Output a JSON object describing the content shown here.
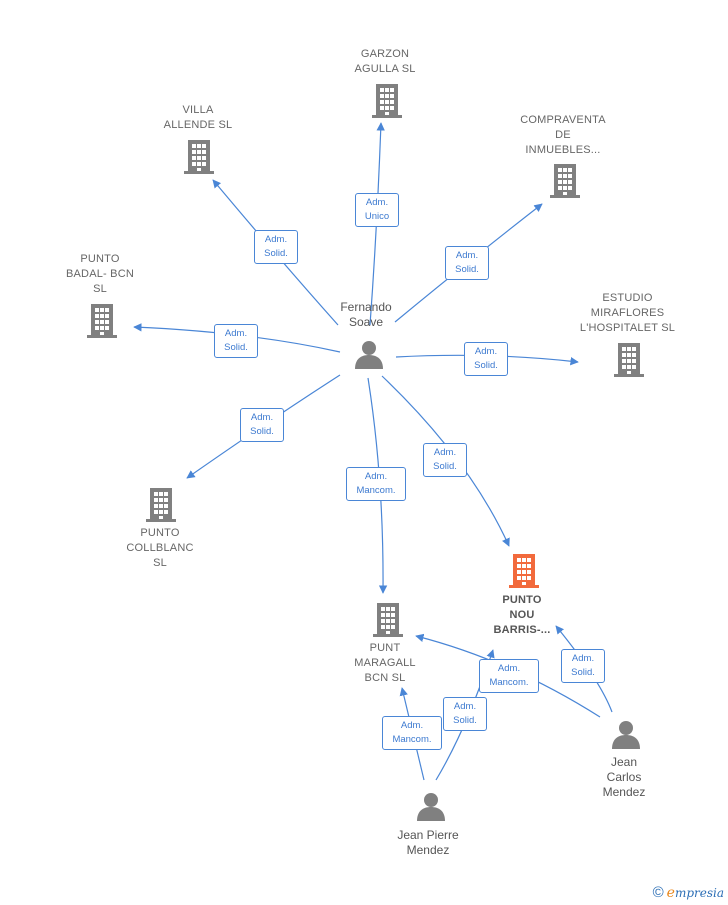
{
  "colors": {
    "edge": "#4a86d6",
    "company": "#808080",
    "company_main": "#f26a3c",
    "person": "#808080"
  },
  "companies": {
    "garzon": {
      "label": "GARZON\nAGULLA  SL",
      "icon": "building-icon"
    },
    "villa": {
      "label": "VILLA\nALLENDE SL",
      "icon": "building-icon"
    },
    "compraventa": {
      "label": "COMPRAVENTA\nDE\nINMUEBLES...",
      "icon": "building-icon"
    },
    "badal": {
      "label": "PUNTO\nBADAL- BCN\nSL",
      "icon": "building-icon"
    },
    "miraflores": {
      "label": "ESTUDIO\nMIRAFLORES\nL'HOSPITALET SL",
      "icon": "building-icon"
    },
    "collblanc": {
      "label": "PUNTO\nCOLLBLANC\nSL",
      "icon": "building-icon"
    },
    "maragall": {
      "label": "PUNT\nMARAGALL\nBCN  SL",
      "icon": "building-icon"
    },
    "noubarris": {
      "label": "PUNTO\nNOU\nBARRIS-...",
      "icon": "building-icon"
    }
  },
  "persons": {
    "fernando": {
      "label": "Fernando\nSoave",
      "icon": "person-icon"
    },
    "jeancarlos": {
      "label": "Jean\nCarlos\nMendez",
      "icon": "person-icon"
    },
    "jeanpierre": {
      "label": "Jean Pierre\nMendez",
      "icon": "person-icon"
    }
  },
  "edges": {
    "garzon": "Adm.\nUnico",
    "villa": "Adm.\nSolid.",
    "compraventa": "Adm.\nSolid.",
    "badal": "Adm.\nSolid.",
    "miraflores": "Adm.\nSolid.",
    "collblanc": "Adm.\nSolid.",
    "maragall_fernando": "Adm.\nMancom.",
    "noubarris_fernando": "Adm.\nSolid.",
    "maragall_jeancarlos": "Adm.\nMancom.",
    "noubarris_jeancarlos": "Adm.\nSolid.",
    "maragall_jeanpierre": "Adm.\nMancom.",
    "noubarris_jeanpierre": "Adm.\nSolid."
  },
  "footer": {
    "copyright": "©",
    "brand_initial": "e",
    "brand_rest": "mpresia"
  }
}
